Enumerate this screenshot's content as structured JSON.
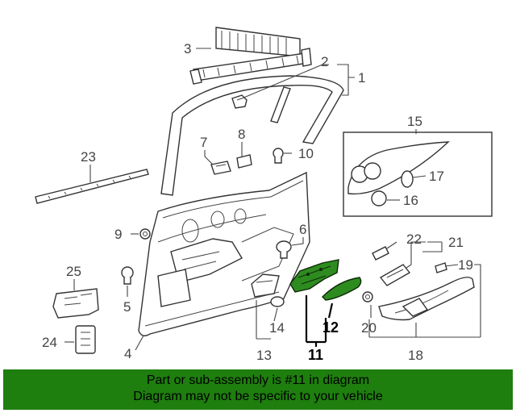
{
  "callouts": {
    "c1": "1",
    "c2": "2",
    "c3": "3",
    "c4": "4",
    "c5": "5",
    "c6": "6",
    "c7": "7",
    "c8": "8",
    "c9": "9",
    "c10": "10",
    "c11": "11",
    "c12": "12",
    "c13": "13",
    "c14": "14",
    "c15": "15",
    "c16": "16",
    "c17": "17",
    "c18": "18",
    "c19": "19",
    "c20": "20",
    "c21": "21",
    "c22": "22",
    "c23": "23",
    "c24": "24",
    "c25": "25"
  },
  "highlight": {
    "part_number": "11",
    "color": "#2e8b20"
  },
  "banner": {
    "line1": "Part or sub-assembly is #11 in diagram",
    "line2": "Diagram may not be specific to your vehicle",
    "background": "#1e7e0e"
  }
}
